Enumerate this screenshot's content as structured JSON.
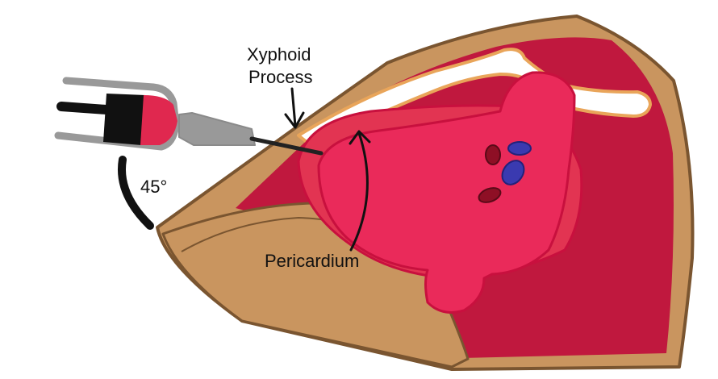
{
  "labels": {
    "xyphoid_line1": "Xyphoid",
    "xyphoid_line2": "Process",
    "angle": "45°",
    "pericardium": "Pericardium"
  },
  "colors": {
    "skin": "#c9955f",
    "skin_outline": "#7a5530",
    "body_cavity": "#c0183e",
    "pericardium_layer": "#e23452",
    "heart": "#ea2a5a",
    "heart_outline": "#c8103e",
    "vessel_dark": "#8e0f25",
    "vessel_blue": "#3a3ab0",
    "bone": "#ffffff",
    "bone_outline": "#e9a55a",
    "syringe_barrel": "#999999",
    "syringe_plunger": "#111111",
    "syringe_fluid": "#e0284f",
    "needle": "#222222"
  }
}
